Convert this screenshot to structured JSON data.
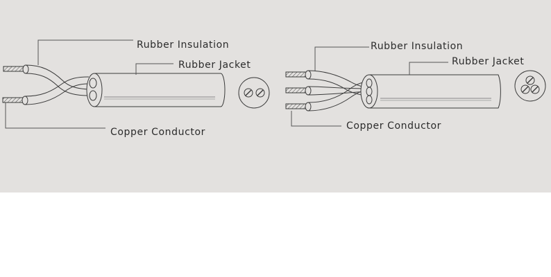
{
  "diagrams": [
    {
      "insulation_label": "Rubber Insulation",
      "jacket_label": "Rubber Jacket",
      "conductor_label": "Copper Conductor"
    },
    {
      "insulation_label": "Rubber Insulation",
      "jacket_label": "Rubber Jacket",
      "conductor_label": "Copper Conductor"
    }
  ],
  "colors": {
    "background": "#e3e1df",
    "line": "#3a3a3a"
  }
}
